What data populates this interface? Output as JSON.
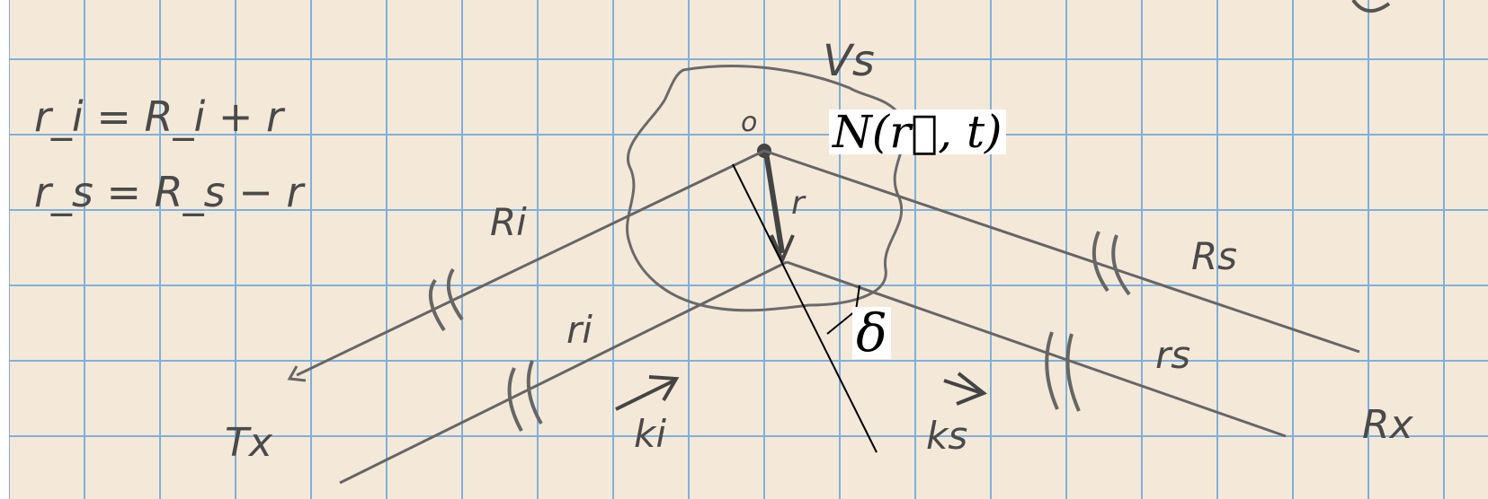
{
  "equations": {
    "line1": "r_i = R_i + r",
    "line2": "r_s = R_s − r"
  },
  "labels": {
    "volume": "Vs",
    "origin": "o",
    "density": "N(r⃗, t)",
    "r_vec": "r",
    "R_i": "Ri",
    "R_s": "Rs",
    "r_i": "ri",
    "r_s": "rs",
    "k_i": "ki",
    "k_s": "ks",
    "delta": "δ",
    "tx": "Tx",
    "rx": "Rx"
  },
  "colors": {
    "paper": "#f4e9d8",
    "grid": "#7fb0dc",
    "pencil": "#555555",
    "ink": "#000000"
  }
}
